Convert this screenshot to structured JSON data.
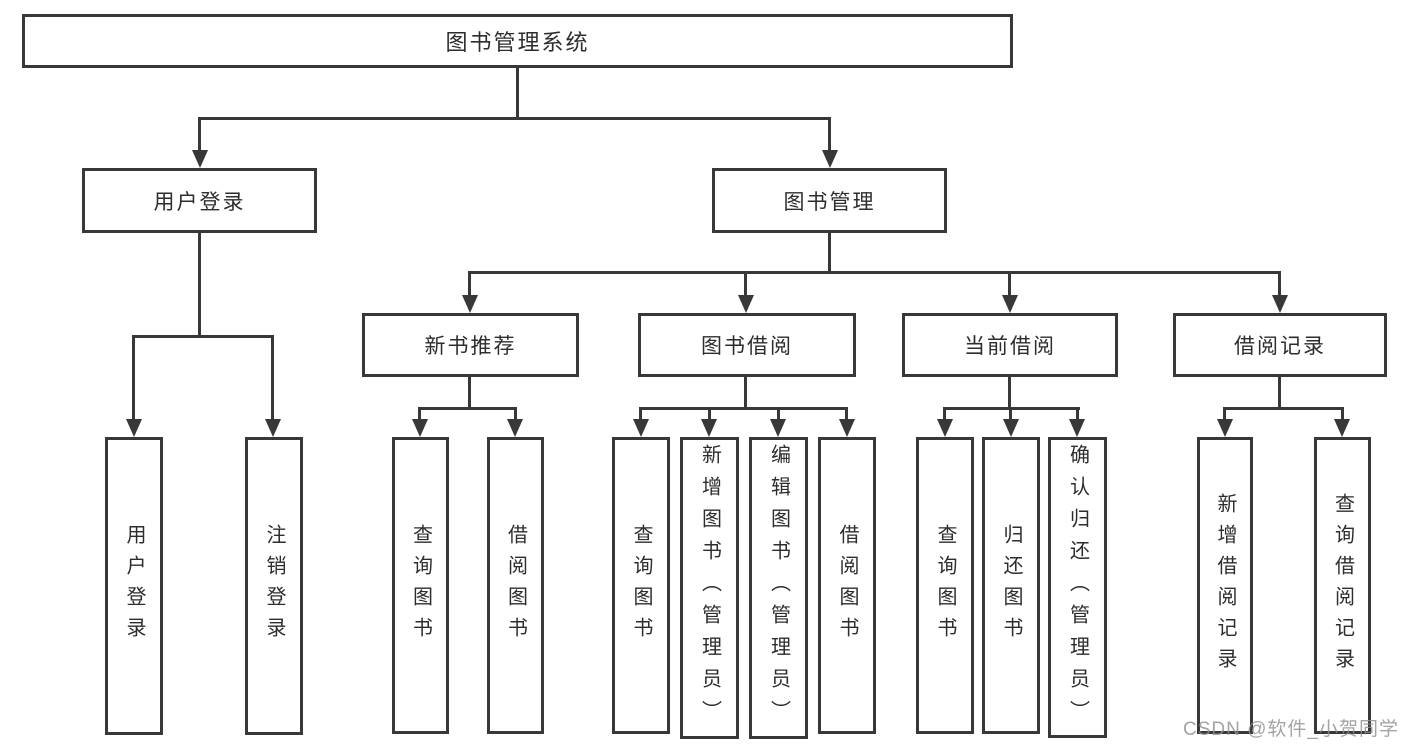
{
  "diagram": {
    "title": "图书管理系统",
    "level2": {
      "user_login": "用户登录",
      "book_mgmt": "图书管理"
    },
    "level3": {
      "new_book_rec": "新书推荐",
      "book_borrow": "图书借阅",
      "current_borrow": "当前借阅",
      "borrow_record": "借阅记录"
    },
    "leaves": {
      "user_login_leaf": "用户登录",
      "logout": "注销登录",
      "nb_query_book": "查询图书",
      "nb_borrow_book": "借阅图书",
      "bb_query_book": "查询图书",
      "bb_add_book_admin": "新增图书（管理员）",
      "bb_edit_book_admin": "编辑图书（管理员）",
      "bb_borrow_book": "借阅图书",
      "cb_query_book": "查询图书",
      "cb_return_book": "归还图书",
      "cb_confirm_return_admin": "确认归还（管理员）",
      "br_add_record": "新增借阅记录",
      "br_query_record": "查询借阅记录"
    }
  },
  "watermark": "CSDN @软件_小贺同学",
  "colors": {
    "line": "#383838",
    "text": "#2d2d2d",
    "background": "#ffffff",
    "watermark": "#8f8f8f"
  }
}
